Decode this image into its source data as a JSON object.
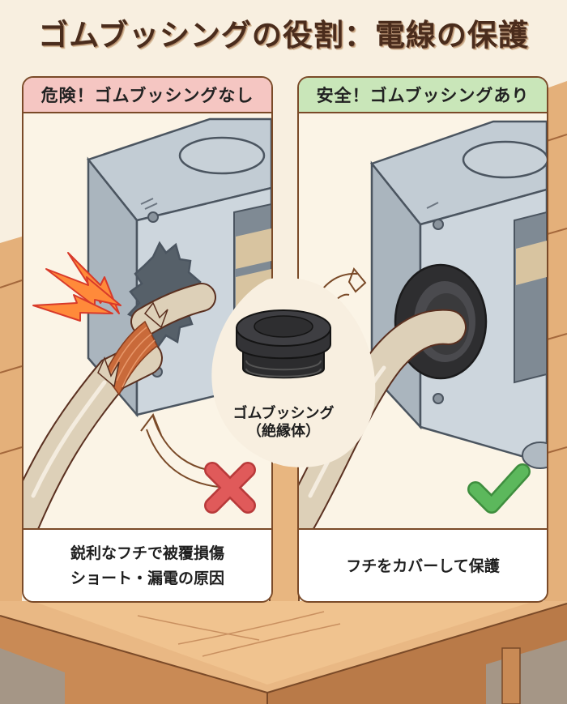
{
  "title": "ゴムブッシングの役割：電線の保護",
  "panels": {
    "left": {
      "header": "危険！ゴムブッシングなし",
      "caption_lines": [
        "鋭利なフチで被覆損傷",
        "ショート・漏電の原因"
      ],
      "status_icon": "cross-mark-icon",
      "header_color": "#f5c6c2",
      "status_color": "#e05a5a"
    },
    "right": {
      "header": "安全！ゴムブッシングあり",
      "caption_lines": [
        "フチをカバーして保護"
      ],
      "status_icon": "check-mark-icon",
      "header_color": "#c9e6b9",
      "status_color": "#5cb85c"
    }
  },
  "center_callout": {
    "label_line1": "ゴムブッシング",
    "label_line2": "（絶縁体）",
    "icon": "rubber-bushing-icon"
  },
  "colors": {
    "background": "#f8efe0",
    "border": "#7a4a28",
    "title": "#4a2c1c",
    "wood": "#e4b07a",
    "metal_box": "#c9d2d9",
    "cable": "#ddd0b8",
    "copper": "#c96a3a",
    "rubber": "#3a3a3c"
  }
}
